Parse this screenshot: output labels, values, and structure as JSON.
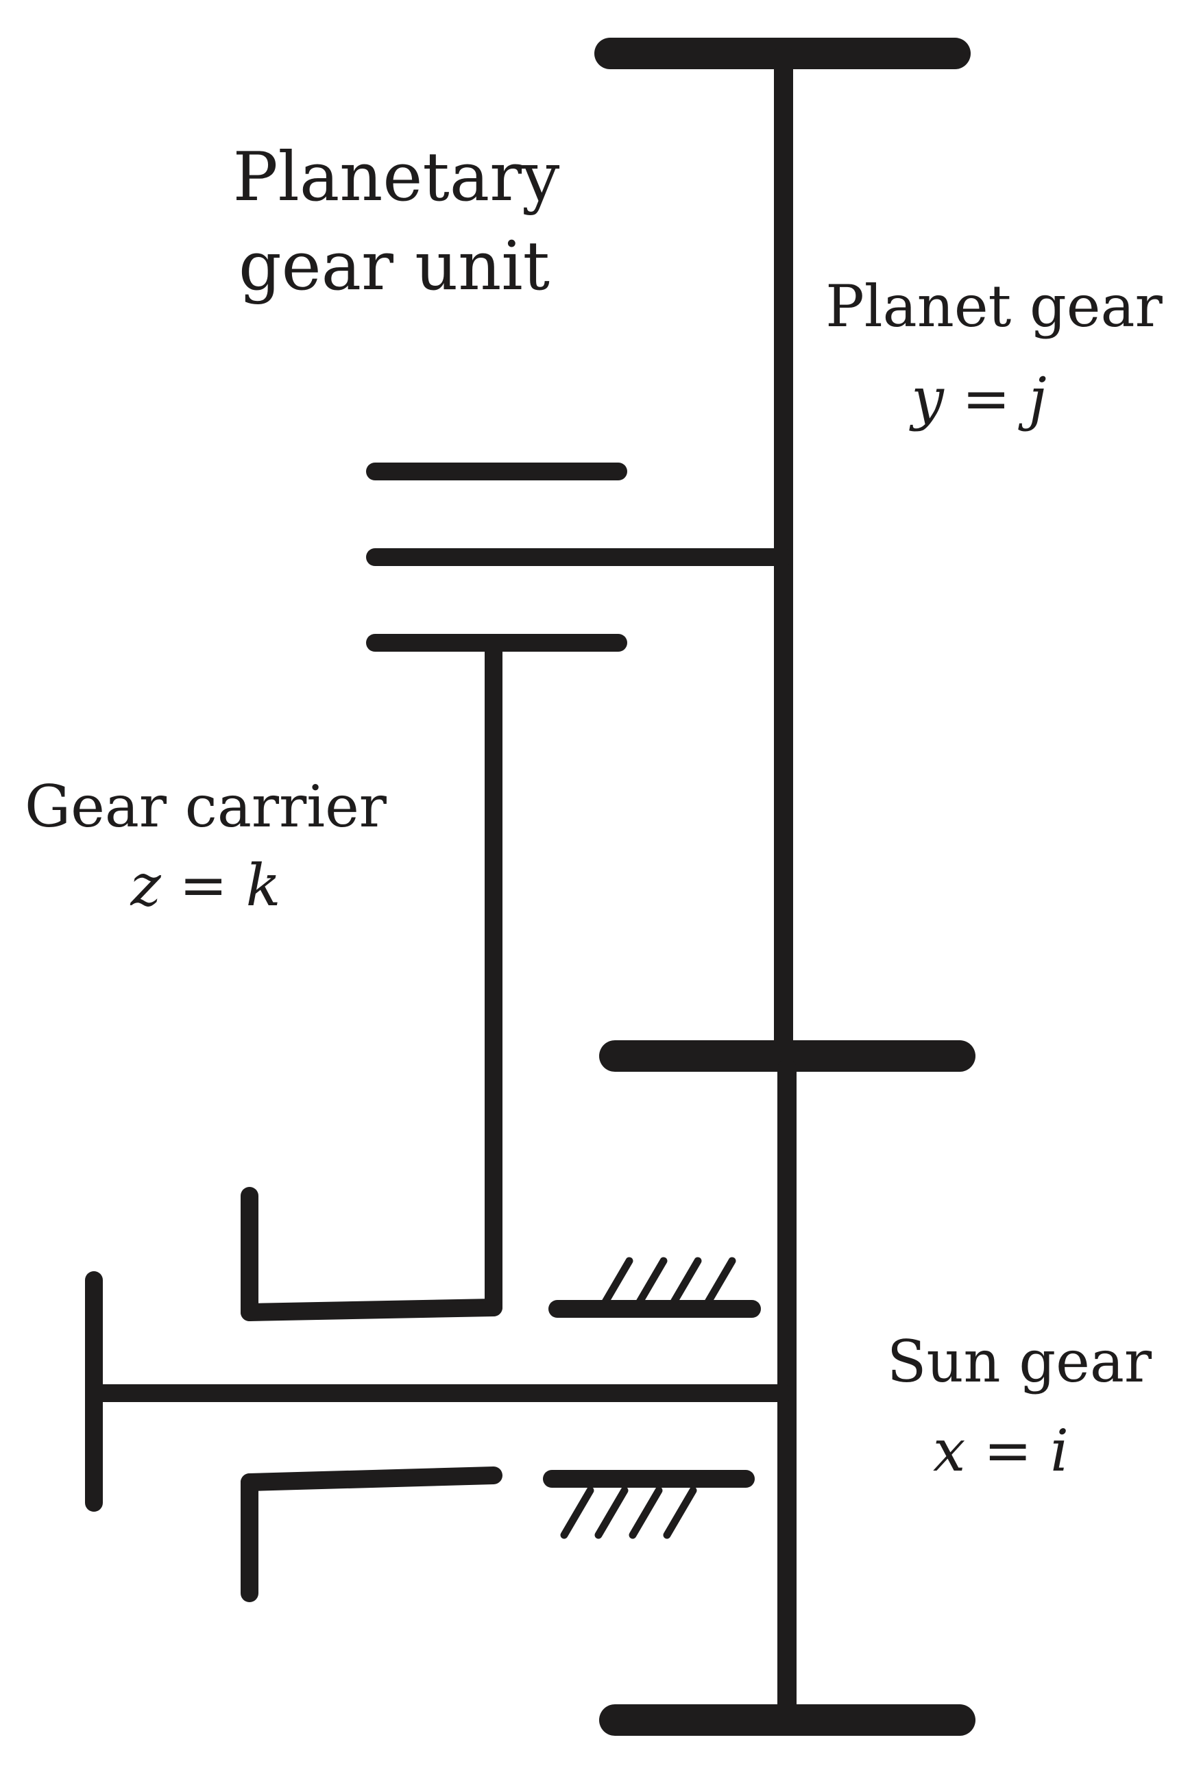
{
  "colors": {
    "stroke": "#1e1c1c",
    "background": "#ffffff"
  },
  "labels": {
    "unit_title_line1": "Planetary",
    "unit_title_line2": "gear unit",
    "planet_name": "Planet gear",
    "planet_eq": "y = j",
    "carrier_name": "Gear carrier",
    "carrier_eq": "z = k",
    "sun_name": "Sun gear",
    "sun_eq": "x = i"
  }
}
